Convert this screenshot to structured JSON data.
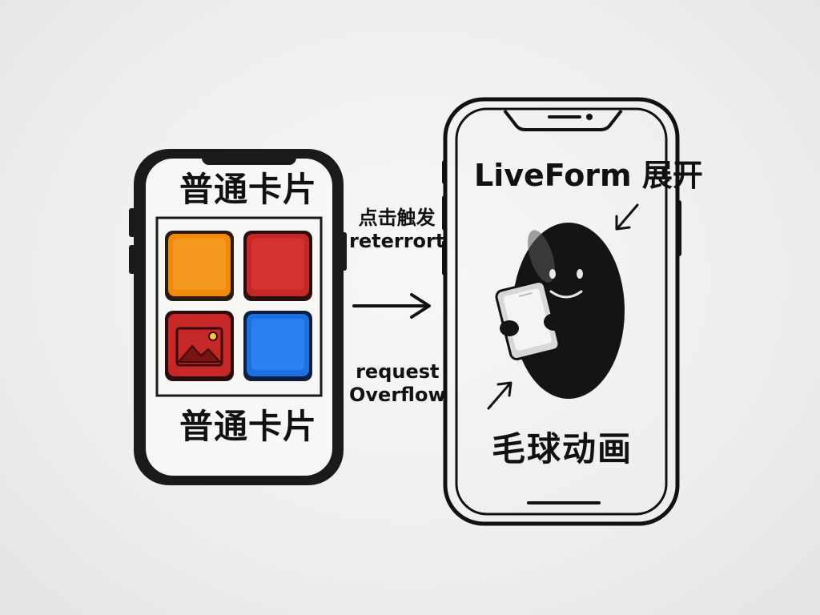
{
  "left_phone": {
    "top_label": "普通卡片",
    "bottom_label": "普通卡片",
    "tiles": [
      {
        "color": "#f08a0c",
        "icon": "none"
      },
      {
        "color": "#c62828",
        "icon": "none"
      },
      {
        "color": "#c62828",
        "icon": "image-icon"
      },
      {
        "color": "#1e6fe0",
        "icon": "none"
      }
    ]
  },
  "transition": {
    "top_text": [
      "点击触发",
      "reterrort"
    ],
    "bottom_text": [
      "request",
      "Overflow"
    ]
  },
  "right_phone": {
    "top_label": "LiveForm 展开",
    "bottom_label": "毛球动画"
  }
}
